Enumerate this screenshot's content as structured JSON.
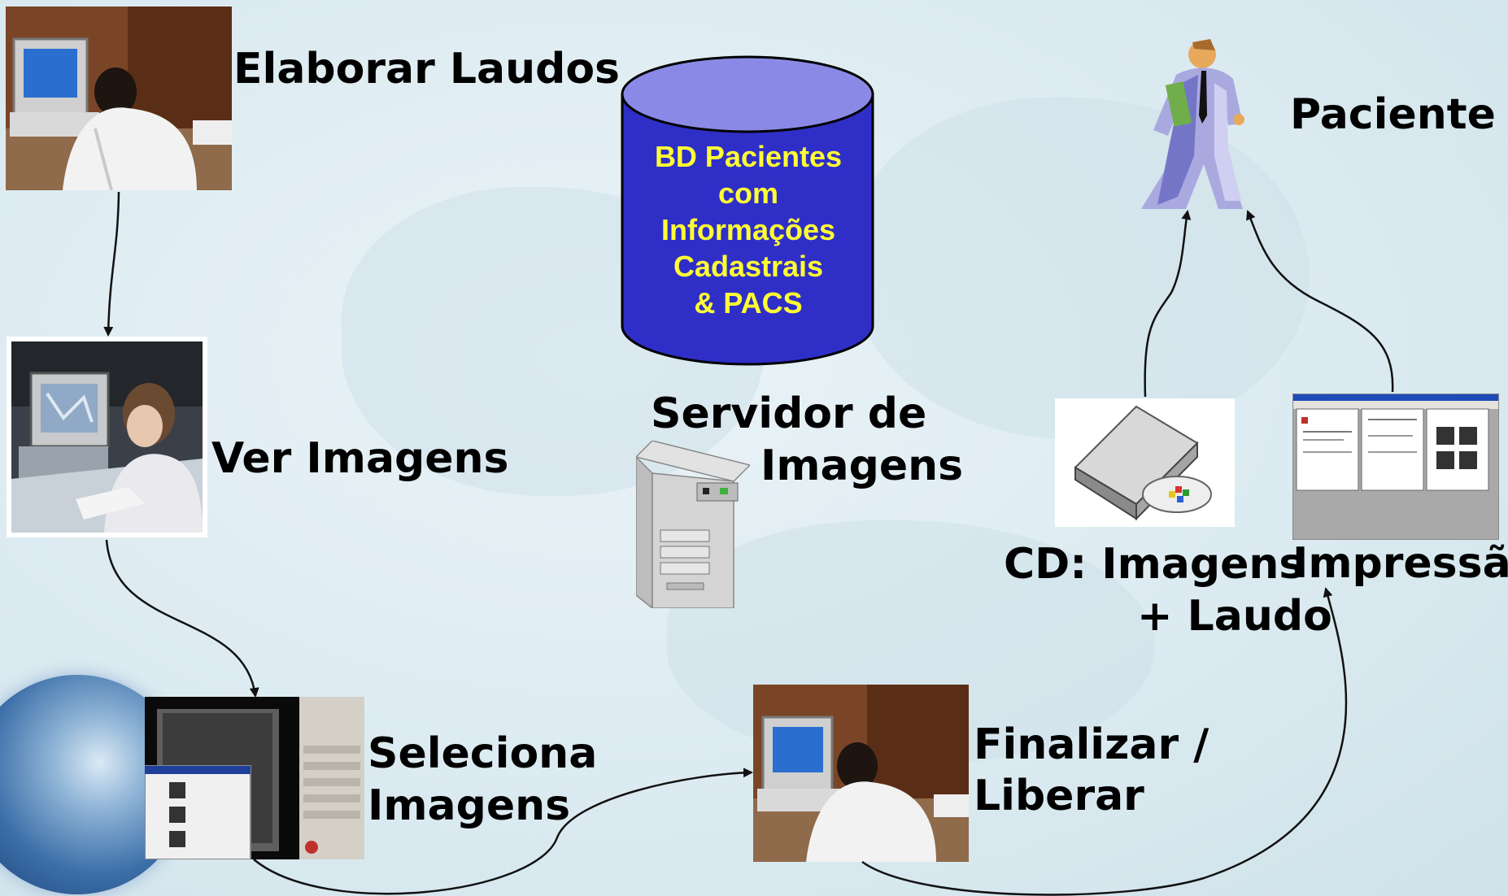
{
  "nodes": {
    "elaborar": "Elaborar Laudos",
    "ver": "Ver Imagens",
    "seleciona": [
      "Seleciona",
      "Imagens"
    ],
    "finalizar": [
      "Finalizar /",
      "Liberar"
    ],
    "paciente": "Paciente",
    "servidor": [
      "Servidor de",
      "Imagens"
    ],
    "cd": [
      "CD: Imagens",
      "+ Laudo"
    ],
    "impressao": "Impressão"
  },
  "database": {
    "lines": [
      "BD Pacientes",
      "com",
      "Informações",
      "Cadastrais",
      "& PACS"
    ]
  },
  "colors": {
    "db_fill": "#2f2fc8",
    "db_top": "#8a8ae6",
    "db_text": "#ffff33",
    "arrow": "#111111"
  },
  "icons": [
    "doctor-computer-photo",
    "woman-computer-photo",
    "image-viewer-screenshot",
    "doctor-computer-photo",
    "patient-clipart",
    "server-tower-icon",
    "cd-drive-icon",
    "print-preview-screenshot",
    "globe-icon"
  ]
}
